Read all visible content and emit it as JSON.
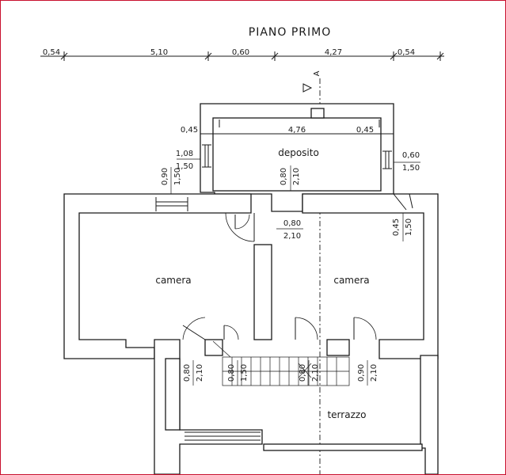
{
  "title": "PIANO PRIMO",
  "section_marker": "A",
  "top_dimensions": [
    "0,54",
    "5,10",
    "0,60",
    "4,27",
    "0,54"
  ],
  "rooms": {
    "deposito": "deposito",
    "camera_left": "camera",
    "camera_right": "camera",
    "terrazzo": "terrazzo"
  },
  "dimensions": {
    "dep_left_045": "0,45",
    "dep_width": "4,76",
    "dep_right_045": "0,45",
    "win_left_108": "1,08",
    "win_left_150": "1,50",
    "win_right_060": "0,60",
    "win_right_150": "1,50",
    "win_090": "0,90",
    "win_150": "1,50",
    "door_dep_080": "0,80",
    "door_dep_210": "2,10",
    "door_corr_080": "0,80",
    "door_corr_210": "2,10",
    "win_r_045": "0,45",
    "win_r_150": "1,50",
    "door_a_080": "0,80",
    "door_a_210": "2,10",
    "door_b_080": "0,80",
    "door_b_150": "1,50",
    "door_c_080": "0,80",
    "door_c_210": "2,10",
    "door_d_090": "0,90",
    "door_d_210": "2,10"
  }
}
